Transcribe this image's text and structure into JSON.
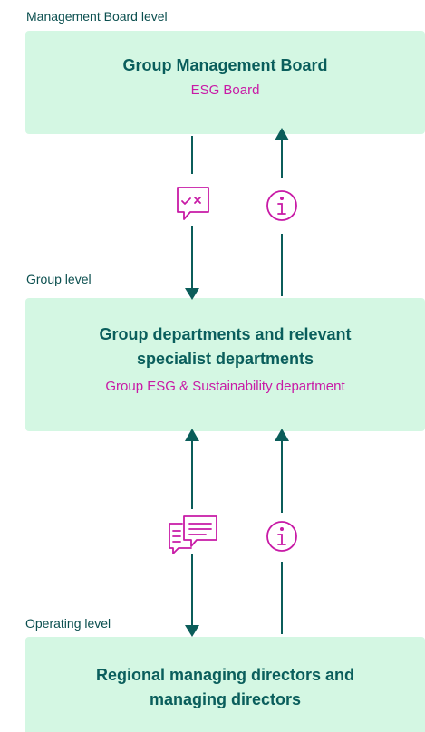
{
  "levels": {
    "board": {
      "label": "Management Board level",
      "title": "Group Management Board",
      "subtitle": "ESG Board"
    },
    "group": {
      "label": "Group level",
      "title_line1": "Group departments and relevant",
      "title_line2": "specialist departments",
      "subtitle": "Group ESG & Sustainability department"
    },
    "operating": {
      "label": "Operating level",
      "title_line1": "Regional managing directors and",
      "title_line2": "managing directors"
    }
  },
  "icons": {
    "decision": "chat-check-cross-icon",
    "info": "info-icon",
    "reporting": "chat-documents-icon"
  },
  "colors": {
    "box_fill": "#d4f7e3",
    "title": "#0a5e5c",
    "accent": "#c81aa6",
    "arrow": "#0b5d5a"
  }
}
